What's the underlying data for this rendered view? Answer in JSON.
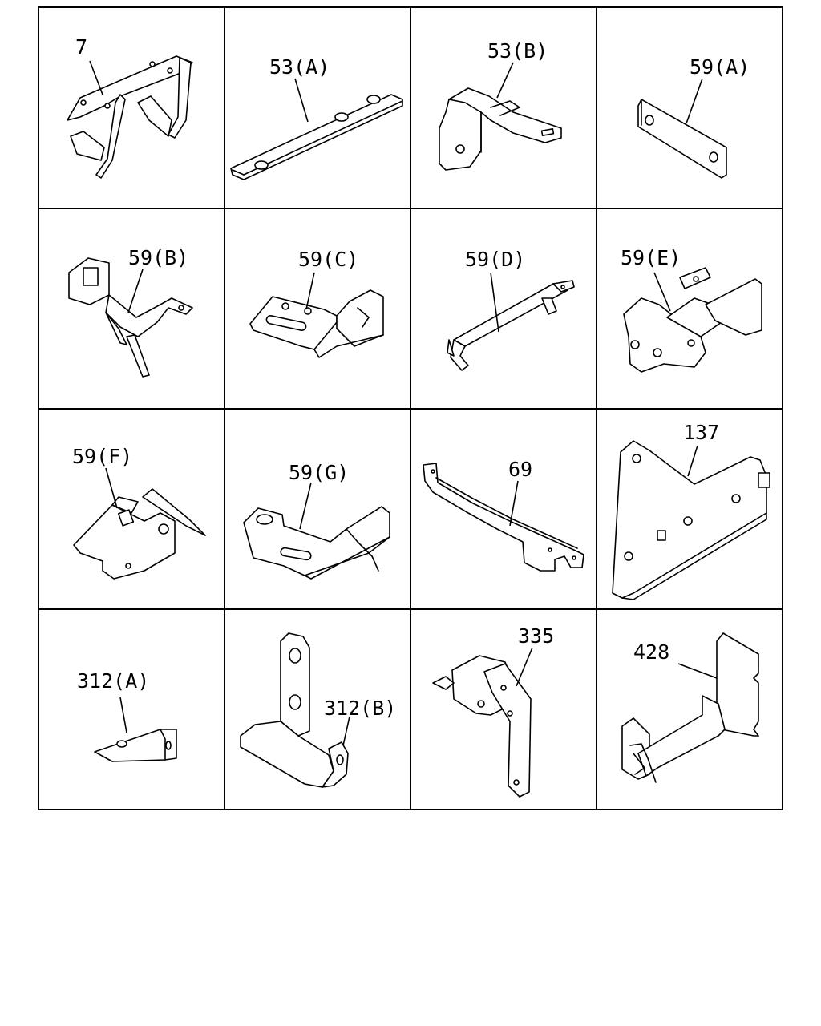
{
  "parts": [
    {
      "id": "p7",
      "label": "7"
    },
    {
      "id": "p53a",
      "label": "53(A)"
    },
    {
      "id": "p53b",
      "label": "53(B)"
    },
    {
      "id": "p59a",
      "label": "59(A)"
    },
    {
      "id": "p59b",
      "label": "59(B)"
    },
    {
      "id": "p59c",
      "label": "59(C)"
    },
    {
      "id": "p59d",
      "label": "59(D)"
    },
    {
      "id": "p59e",
      "label": "59(E)"
    },
    {
      "id": "p59f",
      "label": "59(F)"
    },
    {
      "id": "p59g",
      "label": "59(G)"
    },
    {
      "id": "p69",
      "label": "69"
    },
    {
      "id": "p137",
      "label": "137"
    },
    {
      "id": "p312a",
      "label": "312(A)"
    },
    {
      "id": "p312b",
      "label": "312(B)"
    },
    {
      "id": "p335",
      "label": "335"
    },
    {
      "id": "p428",
      "label": "428"
    }
  ]
}
